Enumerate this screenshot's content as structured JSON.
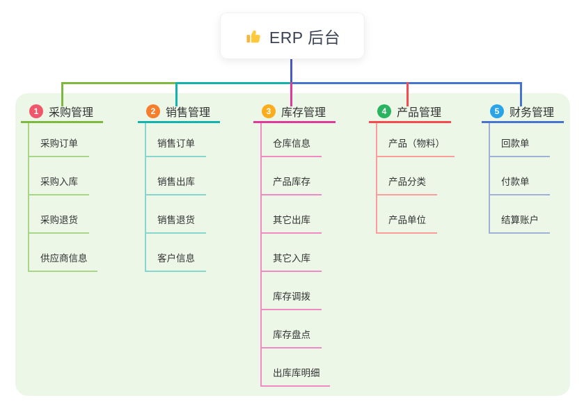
{
  "root": {
    "icon": "thumbs-up-icon",
    "label": "ERP 后台"
  },
  "canvas": {
    "background_color": "#FFFFFF",
    "panel_color": "#ECF7E8",
    "root_connector_color": "#4C59C5"
  },
  "branches": [
    {
      "badge": "1",
      "badge_color": "#F2566A",
      "color": "#7DB83F",
      "light_color": "#A8D687",
      "label": "采购管理",
      "children": [
        "采购订单",
        "采购入库",
        "采购退货",
        "供应商信息"
      ]
    },
    {
      "badge": "2",
      "badge_color": "#F67E2C",
      "color": "#12B3AC",
      "light_color": "#86D6CE",
      "label": "销售管理",
      "children": [
        "销售订单",
        "销售出库",
        "销售退货",
        "客户信息"
      ]
    },
    {
      "badge": "3",
      "badge_color": "#FBAD1D",
      "color": "#DF3A9A",
      "light_color": "#F08AC2",
      "label": "库存管理",
      "children": [
        "仓库信息",
        "产品库存",
        "其它出库",
        "其它入库",
        "库存调拨",
        "库存盘点",
        "出库库明细"
      ]
    },
    {
      "badge": "4",
      "badge_color": "#2BB45F",
      "color": "#F74A4F",
      "light_color": "#FA9D9B",
      "label": "产品管理",
      "children": [
        "产品（物料）",
        "产品分类",
        "产品单位"
      ]
    },
    {
      "badge": "5",
      "badge_color": "#2BA3E8",
      "color": "#4574CE",
      "light_color": "#A0B1D9",
      "label": "财务管理",
      "children": [
        "回款单",
        "付款单",
        "结算账户"
      ]
    }
  ]
}
